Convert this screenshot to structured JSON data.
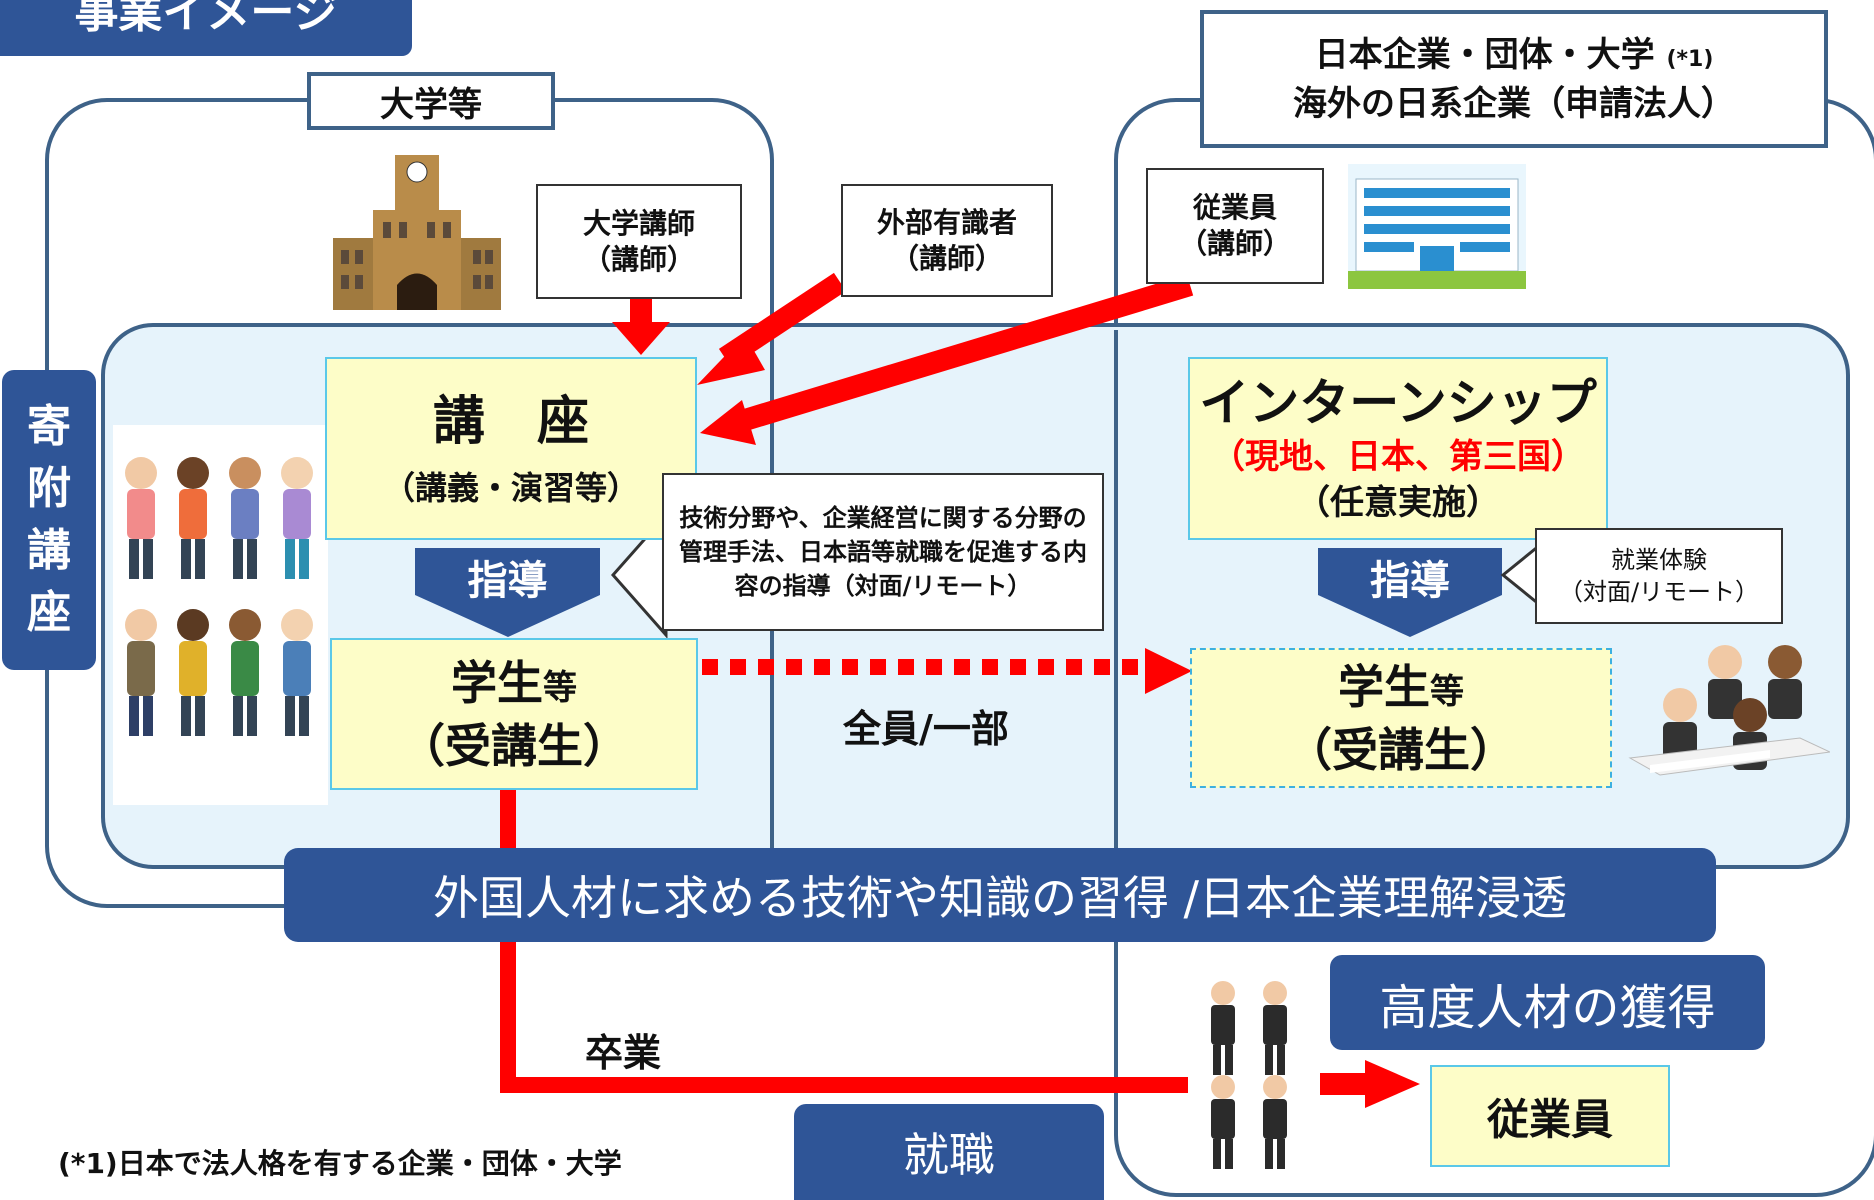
{
  "header": {
    "title": "事業イメージ"
  },
  "university": {
    "title": "大学等",
    "lecturer": {
      "line1": "大学講師",
      "line2": "（講師）"
    }
  },
  "external": {
    "line1": "外部有識者",
    "line2": "（講師）"
  },
  "company": {
    "title_line1": "日本企業・団体・大学",
    "title_note": "(*1)",
    "title_line2": "海外の日系企業（申請法人）",
    "employee": {
      "line1": "従業員",
      "line2": "（講師）"
    }
  },
  "side_label": [
    "寄",
    "附",
    "講",
    "座"
  ],
  "course": {
    "title": "講　座",
    "subtitle": "（講義・演習等）"
  },
  "guidance_left": "指導",
  "guidance_content": "技術分野や、企業経営に関する分野の管理手法、日本語等就職を促進する内容の指導（対面/リモート）",
  "students_left": {
    "line1": "学生",
    "line1_small": "等",
    "line2": "（受講生）"
  },
  "all_or_part": "全員/一部",
  "internship": {
    "title": "インターンシップ",
    "locations": "（現地、日本、第三国）",
    "optional": "（任意実施）"
  },
  "guidance_right": "指導",
  "work_experience": {
    "line1": "就業体験",
    "line2": "（対面/リモート）"
  },
  "students_right": {
    "line1": "学生",
    "line1_small": "等",
    "line2": "（受講生）"
  },
  "banner": "外国人材に求める技術や知識の習得 /日本企業理解浸透",
  "graduation": "卒業",
  "acquisition": "高度人材の獲得",
  "employee_final": "従業員",
  "employment": "就職",
  "footnote": "(*1)日本で法人格を有する企業・団体・大学",
  "colors": {
    "navy": "#2f5597",
    "red": "#ff0000",
    "yellow": "#fdfdc8",
    "lightblue": "#e6f3fb",
    "cyan": "#5ac8e8",
    "frame": "#3e6288"
  }
}
